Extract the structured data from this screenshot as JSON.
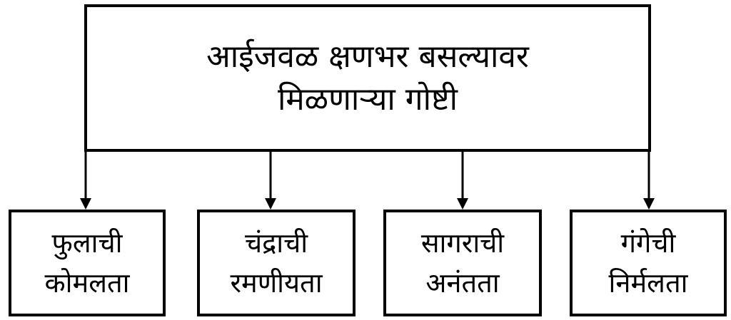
{
  "root": {
    "lines": [
      "आईजवळ क्षणभर बसल्यावर",
      "मिळणाऱ्या गोष्टी"
    ]
  },
  "children": [
    {
      "lines": [
        "फुलाची",
        "कोमलता"
      ]
    },
    {
      "lines": [
        "चंद्राची",
        "रमणीयता"
      ]
    },
    {
      "lines": [
        "सागराची",
        "अनंतता"
      ]
    },
    {
      "lines": [
        "गंगेची",
        "निर्मलता"
      ]
    }
  ]
}
